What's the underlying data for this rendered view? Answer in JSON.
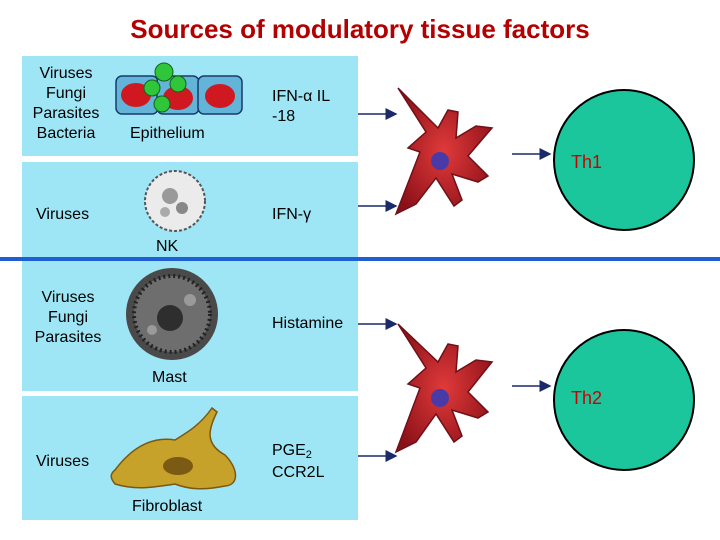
{
  "title": "Sources of modulatory tissue factors",
  "rows": [
    {
      "sources": "Viruses\nFungi\nParasites\nBacteria",
      "cell": "Epithelium",
      "factor": "IFN-α IL\n-18"
    },
    {
      "sources": "Viruses",
      "cell": "NK",
      "factor": "IFN-γ"
    },
    {
      "sources": "Viruses\nFungi\nParasites",
      "cell": "Mast",
      "factor": "Histamine"
    },
    {
      "sources": "Viruses",
      "cell": "Fibroblast",
      "factor_main": "PGE",
      "factor_sub": "2",
      "factor_line2": "CCR2L"
    }
  ],
  "outcomes": {
    "top": "Th1",
    "bottom": "Th2"
  },
  "colors": {
    "panel": "#9ee6f5",
    "title": "#b30000",
    "tcell": "#1cc69c",
    "dendritic": "#c2202c",
    "divider": "#1f5fd6"
  }
}
